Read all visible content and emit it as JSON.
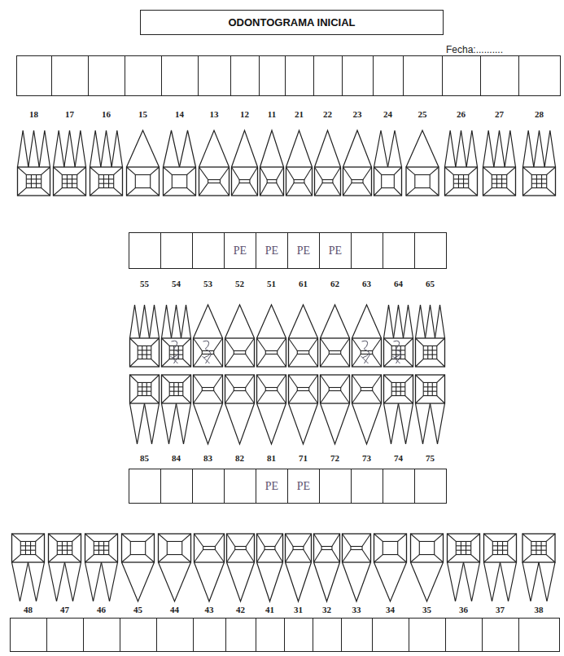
{
  "diagram": {
    "title": "ODONTOGRAMA INICIAL",
    "nodes": [
      {
        "text": [
          "PE"
        ]
      },
      {
        "text": [
          "PE"
        ]
      },
      {
        "text": [
          "PE"
        ]
      },
      {
        "text": [
          "PE"
        ]
      },
      {
        "text": [
          "PE"
        ]
      },
      {
        "text": [
          "PE"
        ]
      }
    ],
    "labels": [
      "Fecha:..........",
      "18",
      "17",
      "16",
      "15",
      "14",
      "13",
      "12",
      "11",
      "21",
      "22",
      "23",
      "24",
      "25",
      "26",
      "27",
      "28",
      "55",
      "54",
      "53",
      "52",
      "51",
      "61",
      "62",
      "63",
      "64",
      "65",
      "85",
      "84",
      "83",
      "82",
      "81",
      "71",
      "72",
      "73",
      "74",
      "75",
      "48",
      "47",
      "46",
      "45",
      "44",
      "43",
      "42",
      "41",
      "31",
      "32",
      "33",
      "34",
      "35",
      "36",
      "37",
      "38"
    ]
  }
}
